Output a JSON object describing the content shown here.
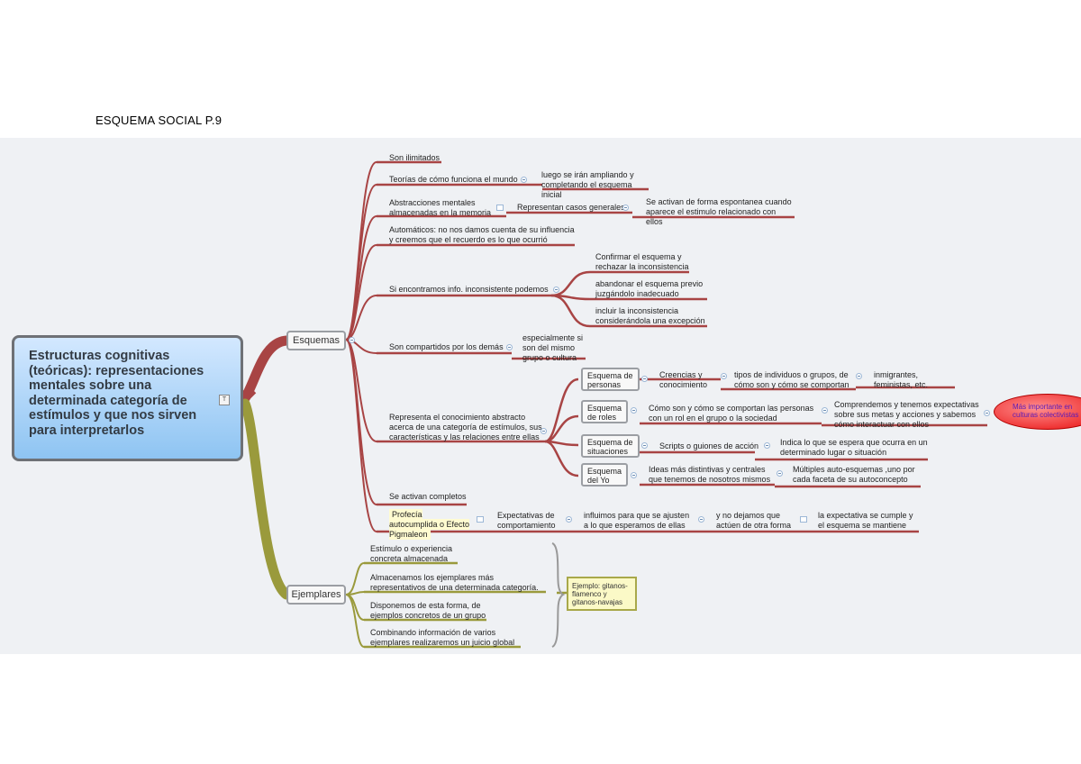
{
  "title": "ESQUEMA SOCIAL P.9",
  "root": {
    "label": "Estructuras cognitivas (teóricas): representaciones mentales sobre una determinada categoría de estímulos y que nos sirven para interpretarlos",
    "icon": "text-note-icon"
  },
  "esquemas": {
    "label": "Esquemas",
    "items": {
      "ilimitados": "Son ilimitados",
      "teorias": "Teorías de cómo funciona el mundo",
      "teorias_sub": "luego se irán ampliando y completando el esquema inicial",
      "abstracciones": "Abstracciones mentales almacenadas en la memoria",
      "abstracciones_sub": "Representan casos generales",
      "abstracciones_sub2": "Se activan de forma espontanea cuando aparece el estimulo relacionado con ellos",
      "automaticos": "Automáticos: no nos damos cuenta de su influencia y creemos que el recuerdo es lo que ocurrió",
      "inconsistente": "Si encontramos info. inconsistente podemos",
      "inconsistente_a": "Confirmar el esquema y rechazar la inconsistencia",
      "inconsistente_b": "abandonar el esquema previo juzgándolo inadecuado",
      "inconsistente_c": "incluir la inconsistencia considerándola una excepción",
      "compartidos": "Son compartidos por los demás",
      "compartidos_sub": "especialmente si son del mismo grupo o cultura",
      "representa": "Representa el conocimiento abstracto acerca de una categoría de estímulos, sus características y las relaciones entre ellas",
      "personas": "Esquema de personas",
      "personas_a": "Creencias y conocimiento",
      "personas_b": "tipos de individuos o grupos, de cómo son y cómo se comportan",
      "personas_c": "inmigrantes, feministas, etc.",
      "roles": "Esquema de roles",
      "roles_a": "Cómo son y cómo se comportan las personas con un rol en el grupo o la sociedad",
      "roles_b": "Comprendemos y tenemos expectativas sobre sus metas y acciones y sabemos cómo interactuar con ellos",
      "roles_c": "Más importante en culturas colectivistas",
      "situaciones": "Esquema de situaciones",
      "situaciones_a": "Scripts o guiones de acción",
      "situaciones_b": "Indica lo que se espera que ocurra en un determinado lugar o situación",
      "yo": "Esquema del Yo",
      "yo_a": "Ideas más distintivas y centrales que tenemos de nosotros mismos",
      "yo_b": "Múltiples auto-esquemas ,uno por cada faceta de su autoconcepto",
      "completos": "Se activan completos",
      "profecia": "Profecía autocumplida o Efecto Pigmaleon",
      "profecia_a": "Expectativas de comportamiento",
      "profecia_b": "influimos para que se ajusten a lo que esperamos de ellas",
      "profecia_c": "y no dejamos que actúen de otra forma",
      "profecia_d": "la expectativa se cumple y el esquema se mantiene"
    }
  },
  "ejemplares": {
    "label": "Ejemplares",
    "items": [
      "Estímulo o experiencia concreta almacenada",
      "Almacenamos los ejemplares más representativos de una determinada categoría.",
      "Disponemos de esta forma, de ejemplos concretos de un grupo",
      "Combinando información de varios ejemplares realizaremos un juicio global"
    ],
    "example": "Ejemplo: gitanos-flamenco y gitanos-navajas"
  },
  "colors": {
    "esquemas_line": "#a84444",
    "ejemplares_line": "#9a9a3c",
    "root_fill": "#a9d3fa",
    "highlight": "#e80d0d"
  }
}
